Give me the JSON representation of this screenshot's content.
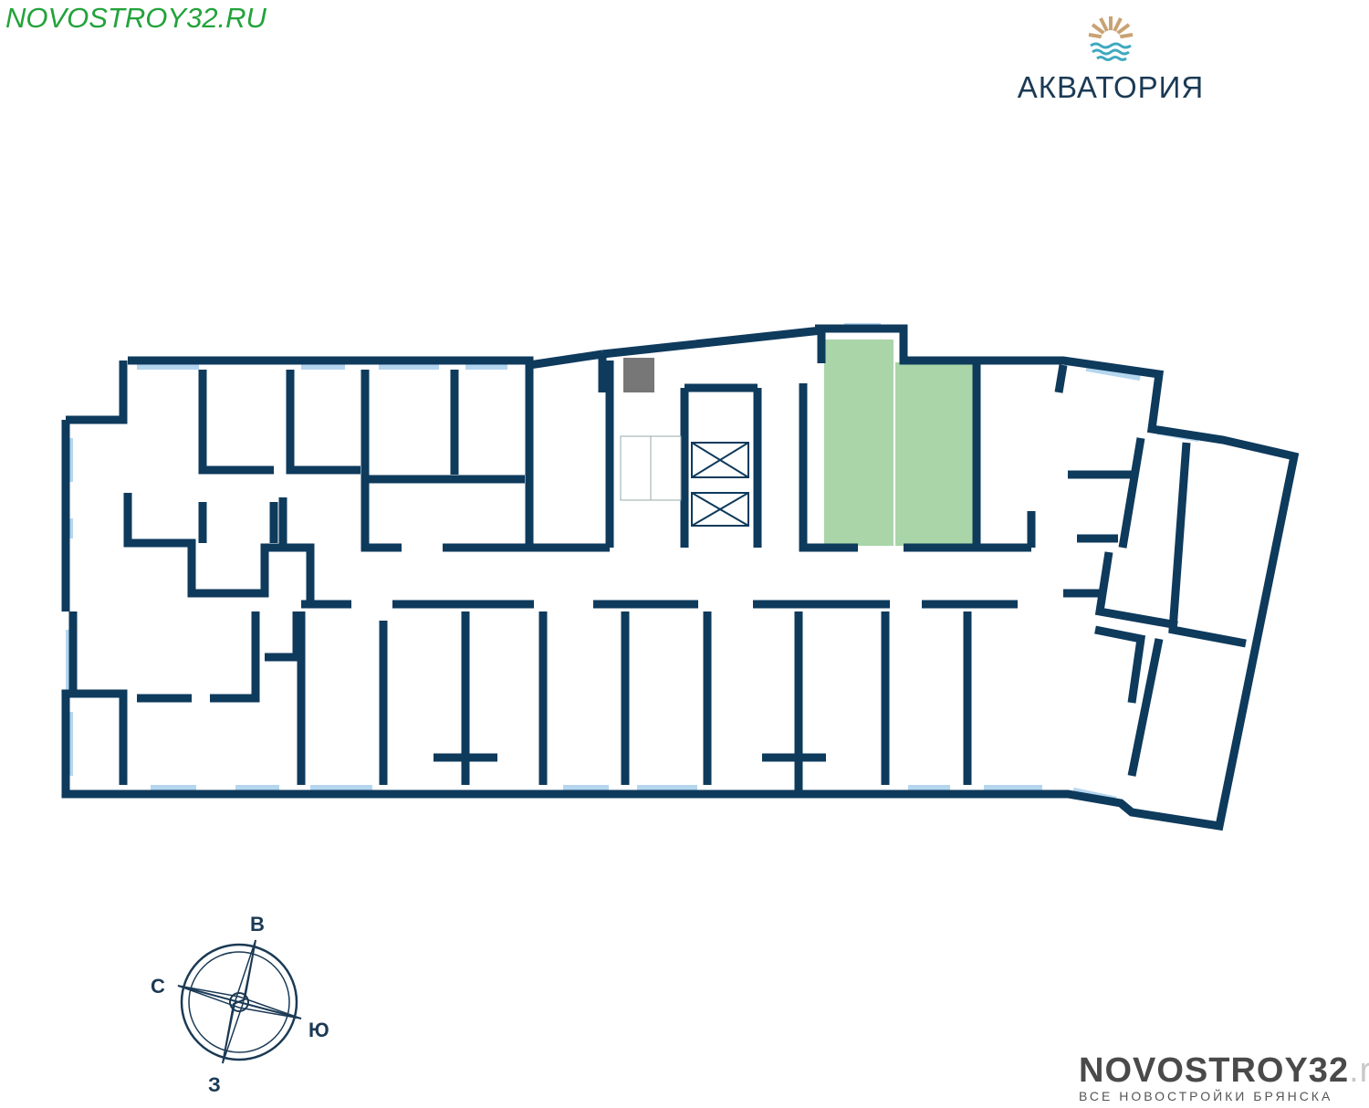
{
  "watermark_top": "NOVOSTROY32.RU",
  "logo": {
    "name": "АКВАТОРИЯ"
  },
  "watermark_bottom": {
    "brand": "NOVOSTROY32",
    "tld": ".ru",
    "tagline": "ВСЕ НОВОСТРОЙКИ БРЯНСКА"
  },
  "compass": {
    "north": "С",
    "east": "В",
    "south": "Ю",
    "west": "З"
  },
  "colors": {
    "wall": "#0e3a5c",
    "window": "#b5d6ef",
    "highlight": "#a9d5a9",
    "shaft": "#777777"
  }
}
